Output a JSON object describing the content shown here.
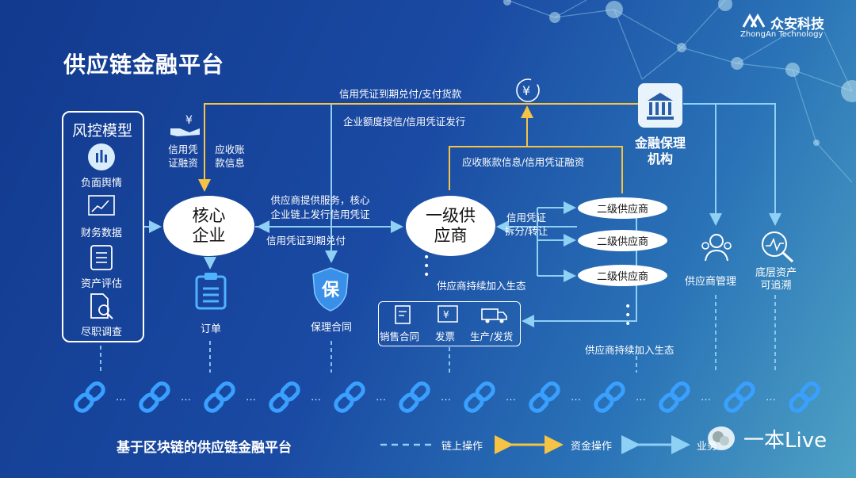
{
  "title": "供应链金融平台",
  "logo": {
    "cn": "众安科技",
    "en": "ZhongAn Technology"
  },
  "risk_model": {
    "title": "风控模型",
    "items": [
      {
        "label": "负面舆情",
        "icon": "bar-chart-icon"
      },
      {
        "label": "财务数据",
        "icon": "line-chart-icon"
      },
      {
        "label": "资产评估",
        "icon": "checklist-icon"
      },
      {
        "label": "尽职调查",
        "icon": "document-search-icon"
      }
    ]
  },
  "nodes": {
    "core": "核心\n企业",
    "tier1": "一级供\n应商",
    "factoring": "金融保理\n机构",
    "tier2": [
      "二级供应商",
      "二级供应商",
      "二级供应商"
    ]
  },
  "flows": {
    "top": "信用凭证到期兑付/支付货款",
    "credit": "企业额度授信/信用凭证发行",
    "receivable": "应收账款信息/信用凭证融资",
    "core_left1": "信用凭\n证融资",
    "core_left2": "应收账\n款信息",
    "core_to_t1": "供应商提供服务，核心\n企业链上发行信用凭证",
    "t1_to_core": "信用凭证到期兑付",
    "split": "信用凭证\n拆分/转让",
    "join1": "供应商持续加入生态",
    "join2": "供应商持续加入生态"
  },
  "items": {
    "order": "订单",
    "factoring_contract": "保理合同",
    "factoring_badge": "保",
    "supplier_mgmt": "供应商管理",
    "traceable": "底层资产\n可追溯"
  },
  "products": [
    "销售合同",
    "发票",
    "生产/发货"
  ],
  "footer": {
    "platform": "基于区块链的供应链金融平台",
    "legend": [
      {
        "label": "链上操作",
        "color": "#8fd0f5",
        "style": "dashed"
      },
      {
        "label": "资金操作",
        "color": "#f6c344",
        "style": "solid"
      },
      {
        "label": "业务",
        "color": "#8fd0f5",
        "style": "solid"
      }
    ]
  },
  "watermark": "一本Live",
  "colors": {
    "chain": "#3aa0ff",
    "line": "#8fd0f5",
    "money": "#f6c344"
  }
}
